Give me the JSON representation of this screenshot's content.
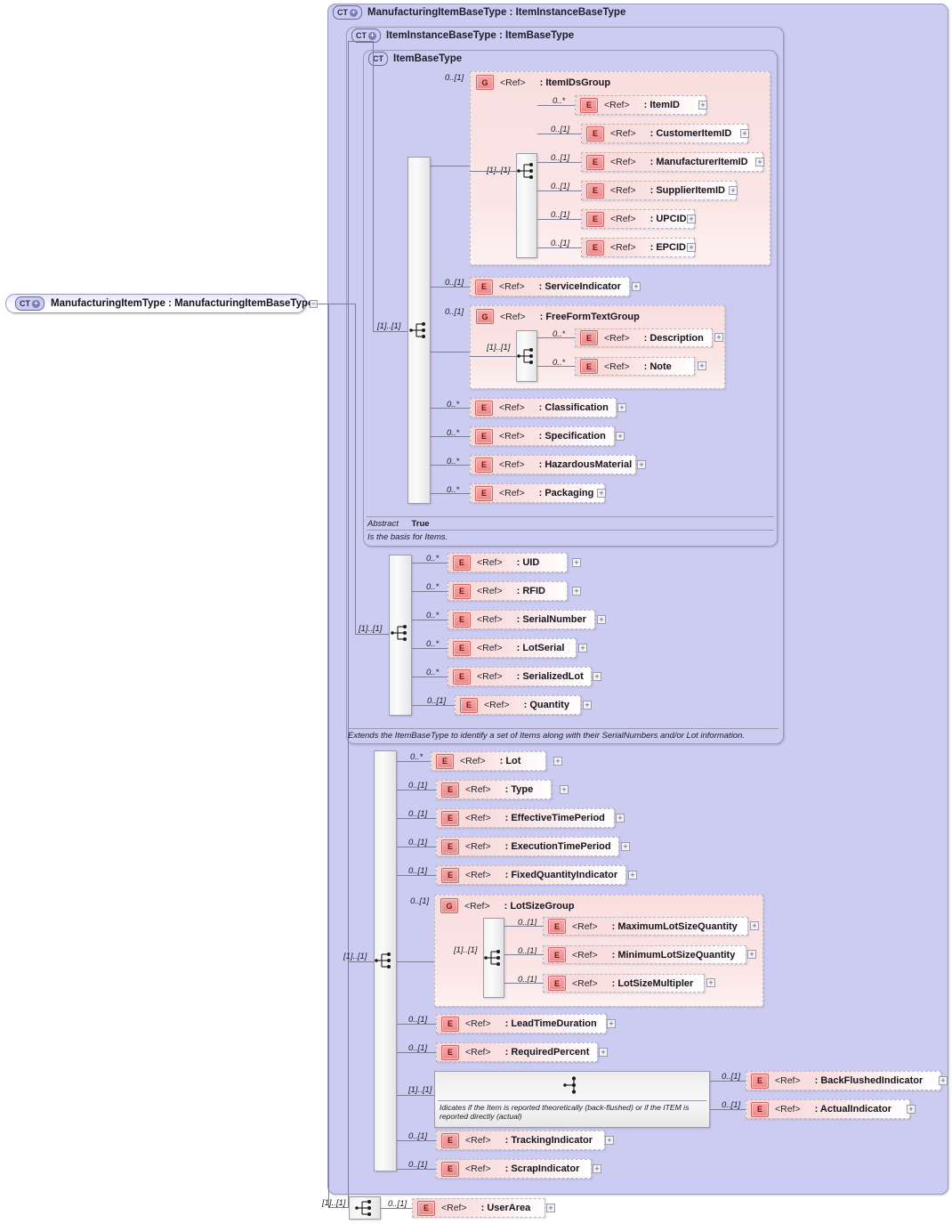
{
  "diagram": {
    "kind": "xsd-schema-diagram",
    "root_node": {
      "label": "ManufacturingItemType : ManufacturingItemBaseType",
      "icon": "complextype-expand-icon"
    },
    "containers": [
      {
        "id": "ct1",
        "label": "ManufacturingItemBaseType : ItemInstanceBaseType",
        "icon": "complextype-expand-icon"
      },
      {
        "id": "ct2",
        "label": "ItemInstanceBaseType : ItemBaseType",
        "icon": "complextype-expand-icon"
      },
      {
        "id": "ct3",
        "label": "ItemBaseType",
        "icon": "complextype-icon"
      }
    ],
    "abstract_row": {
      "key": "Abstract",
      "value": "True"
    },
    "annotations": {
      "itembasetype": "Is the basis for Items.",
      "iteminstancebasetype": "Extends the ItemBaseType to identify a set of Items along with their SerialNumbers and/or Lot information.",
      "choice_backflushed": "Idicates if the Item is reported theoretically (back-flushed) or if the ITEM is reported directly (actual)"
    },
    "groups": [
      {
        "id": "g_itemids",
        "ref": "<Ref>",
        "name": ": ItemIDsGroup",
        "badge": "G",
        "occ": "0..[1]",
        "inner_occ": "[1]..[1]"
      },
      {
        "id": "g_freeform",
        "ref": "<Ref>",
        "name": ": FreeFormTextGroup",
        "badge": "G",
        "occ": "0..[1]",
        "inner_occ": "[1]..[1]"
      },
      {
        "id": "g_lotsize",
        "ref": "<Ref>",
        "name": ": LotSizeGroup",
        "badge": "G",
        "occ": "0..[1]",
        "inner_occ": "[1]..[1]"
      }
    ],
    "sequences": [
      {
        "id": "seq_itemids",
        "occ": "[1]..[1]",
        "type": "sequence"
      },
      {
        "id": "seq_itembase",
        "occ": "[1]..[1]",
        "type": "sequence"
      },
      {
        "id": "seq_freeform",
        "occ": "[1]..[1]",
        "type": "sequence"
      },
      {
        "id": "seq_instance",
        "occ": "[1]..[1]",
        "type": "sequence"
      },
      {
        "id": "seq_mfg",
        "occ": "[1]..[1]",
        "type": "sequence"
      },
      {
        "id": "seq_lotsize",
        "occ": "[1]..[1]",
        "type": "sequence"
      },
      {
        "id": "choice_bf",
        "occ": "[1]..[1]",
        "type": "choice"
      },
      {
        "id": "seq_root",
        "occ": "[1]..[1]",
        "type": "sequence"
      }
    ],
    "nodes": {
      "itemids_children": [
        {
          "badge": "E",
          "ref": "<Ref>",
          "name": ": ItemID",
          "occ": "0..*"
        },
        {
          "badge": "E",
          "ref": "<Ref>",
          "name": ": CustomerItemID",
          "occ": "0..[1]"
        },
        {
          "badge": "E",
          "ref": "<Ref>",
          "name": ": ManufacturerItemID",
          "occ": "0..[1]"
        },
        {
          "badge": "E",
          "ref": "<Ref>",
          "name": ": SupplierItemID",
          "occ": "0..[1]"
        },
        {
          "badge": "E",
          "ref": "<Ref>",
          "name": ": UPCID",
          "occ": "0..[1]"
        },
        {
          "badge": "E",
          "ref": "<Ref>",
          "name": ": EPCID",
          "occ": "0..[1]"
        }
      ],
      "itembase_children": [
        {
          "badge": "E",
          "ref": "<Ref>",
          "name": ": ServiceIndicator",
          "occ": "0..[1]"
        },
        {
          "badge": "E",
          "ref": "<Ref>",
          "name": ": Classification",
          "occ": "0..*"
        },
        {
          "badge": "E",
          "ref": "<Ref>",
          "name": ": Specification",
          "occ": "0..*"
        },
        {
          "badge": "E",
          "ref": "<Ref>",
          "name": ": HazardousMaterial",
          "occ": "0..*"
        },
        {
          "badge": "E",
          "ref": "<Ref>",
          "name": ": Packaging",
          "occ": "0..*"
        }
      ],
      "freeform_children": [
        {
          "badge": "E",
          "ref": "<Ref>",
          "name": ": Description",
          "occ": "0..*"
        },
        {
          "badge": "E",
          "ref": "<Ref>",
          "name": ": Note",
          "occ": "0..*"
        }
      ],
      "instance_children": [
        {
          "badge": "E",
          "ref": "<Ref>",
          "name": ": UID",
          "occ": "0..*"
        },
        {
          "badge": "E",
          "ref": "<Ref>",
          "name": ": RFID",
          "occ": "0..*"
        },
        {
          "badge": "E",
          "ref": "<Ref>",
          "name": ": SerialNumber",
          "occ": "0..*"
        },
        {
          "badge": "E",
          "ref": "<Ref>",
          "name": ": LotSerial",
          "occ": "0..*"
        },
        {
          "badge": "E",
          "ref": "<Ref>",
          "name": ": SerializedLot",
          "occ": "0..*"
        },
        {
          "badge": "E",
          "ref": "<Ref>",
          "name": ": Quantity",
          "occ": "0..[1]"
        }
      ],
      "mfg_children_top": [
        {
          "badge": "E",
          "ref": "<Ref>",
          "name": ": Lot",
          "occ": "0..*"
        },
        {
          "badge": "E",
          "ref": "<Ref>",
          "name": ": Type",
          "occ": "0..[1]"
        },
        {
          "badge": "E",
          "ref": "<Ref>",
          "name": ": EffectiveTimePeriod",
          "occ": "0..[1]"
        },
        {
          "badge": "E",
          "ref": "<Ref>",
          "name": ": ExecutionTimePeriod",
          "occ": "0..[1]"
        },
        {
          "badge": "E",
          "ref": "<Ref>",
          "name": ": FixedQuantityIndicator",
          "occ": "0..[1]"
        }
      ],
      "lotsize_children": [
        {
          "badge": "E",
          "ref": "<Ref>",
          "name": ": MaximumLotSizeQuantity",
          "occ": "0..[1]"
        },
        {
          "badge": "E",
          "ref": "<Ref>",
          "name": ": MinimumLotSizeQuantity",
          "occ": "0..[1]"
        },
        {
          "badge": "E",
          "ref": "<Ref>",
          "name": ": LotSizeMultipler",
          "occ": "0..[1]"
        }
      ],
      "mfg_children_mid": [
        {
          "badge": "E",
          "ref": "<Ref>",
          "name": ": LeadTimeDuration",
          "occ": "0..[1]"
        },
        {
          "badge": "E",
          "ref": "<Ref>",
          "name": ": RequiredPercent",
          "occ": "0..[1]"
        }
      ],
      "choice_children": [
        {
          "badge": "E",
          "ref": "<Ref>",
          "name": ": BackFlushedIndicator",
          "occ": "0..[1]"
        },
        {
          "badge": "E",
          "ref": "<Ref>",
          "name": ": ActualIndicator",
          "occ": "0..[1]"
        }
      ],
      "mfg_children_bottom": [
        {
          "badge": "E",
          "ref": "<Ref>",
          "name": ": TrackingIndicator",
          "occ": "0..[1]"
        },
        {
          "badge": "E",
          "ref": "<Ref>",
          "name": ": ScrapIndicator",
          "occ": "0..[1]"
        }
      ],
      "root_children": [
        {
          "badge": "E",
          "ref": "<Ref>",
          "name": ": UserArea",
          "occ": "0..[1]"
        }
      ]
    },
    "colors": {
      "container_fill": "#ccccf2",
      "node_fill_pink": "#f9d6d6",
      "badge_red": "#e98a8a",
      "line": "#7d7d93"
    }
  }
}
